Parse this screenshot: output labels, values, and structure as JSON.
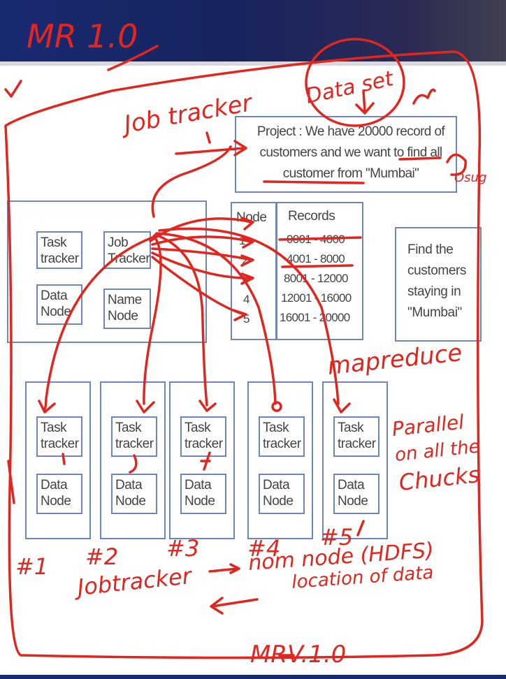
{
  "project": {
    "line1": "Project : We have 20000 record of",
    "line2": "customers and we want to find all",
    "line3": "customer from \"Mumbai\""
  },
  "master": {
    "task_tracker": [
      "Task",
      "tracker"
    ],
    "job_tracker": [
      "Job",
      "Tracker"
    ],
    "data_node": [
      "Data",
      "Node"
    ],
    "name_node": [
      "Name",
      "Node"
    ]
  },
  "table": {
    "col_node": "Node",
    "col_records": "Records",
    "rows": [
      {
        "node": "1",
        "records": "0001 - 4000"
      },
      {
        "node": "2",
        "records": "4001 - 8000"
      },
      {
        "node": "3",
        "records": "8001 - 12000"
      },
      {
        "node": "4",
        "records": "12001 - 16000"
      },
      {
        "node": "5",
        "records": "16001 - 20000"
      }
    ]
  },
  "find_box": {
    "l1": "Find the",
    "l2": "customers",
    "l3": "staying in",
    "l4": "\"Mumbai\""
  },
  "workers": [
    {
      "task": [
        "Task",
        "tracker"
      ],
      "data": [
        "Data",
        "Node"
      ]
    },
    {
      "task": [
        "Task",
        "tracker"
      ],
      "data": [
        "Data",
        "Node"
      ]
    },
    {
      "task": [
        "Task",
        "tracker"
      ],
      "data": [
        "Data",
        "Node"
      ]
    },
    {
      "task": [
        "Task",
        "tracker"
      ],
      "data": [
        "Data",
        "Node"
      ]
    },
    {
      "task": [
        "Task",
        "tracker"
      ],
      "data": [
        "Data",
        "Node"
      ]
    }
  ],
  "annotations": {
    "title": "MR 1.0",
    "job_tracker": "Job tracker",
    "data_set": "Data set",
    "mapreduce": "mapreduce",
    "parallel": [
      "Parallel",
      "on all the",
      "Chucks"
    ],
    "numbers": [
      "#1",
      "#2",
      "#3",
      "#4",
      "#5"
    ],
    "flow1": "Jobtracker",
    "flow2": "nom node (HDFS)",
    "flow3": "location of data",
    "footer": "MRV.1.0",
    "side": "Osug"
  },
  "colors": {
    "banner": "#1a2a72",
    "box_border": "#6f86b8",
    "ink": "#e0261e"
  }
}
